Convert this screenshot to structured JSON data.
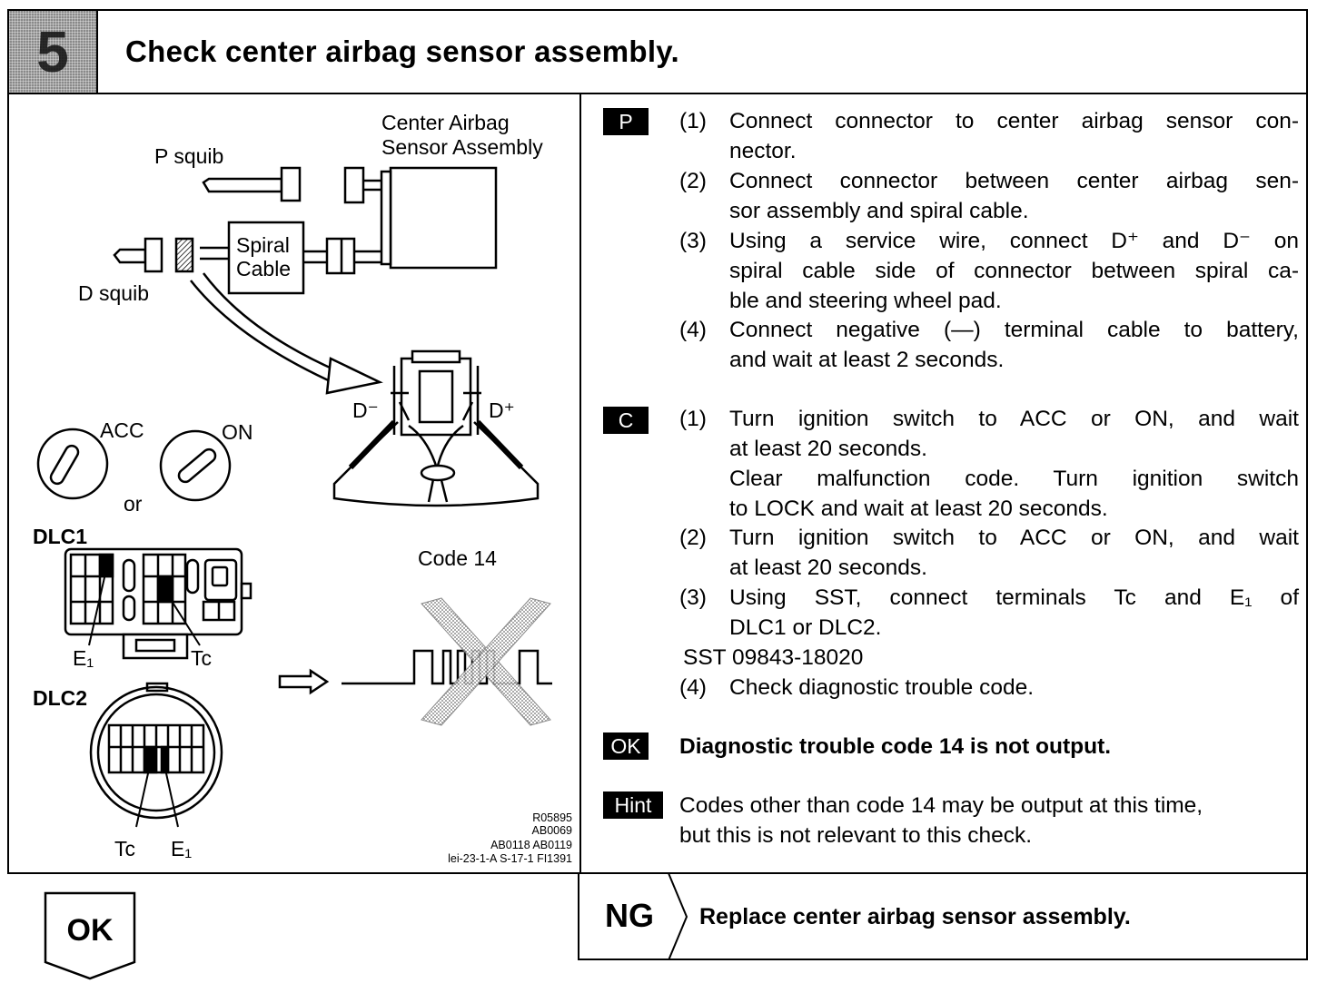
{
  "header": {
    "step_number": "5",
    "title": "Check center airbag sensor assembly."
  },
  "figure": {
    "labels": {
      "center_airbag_1": "Center Airbag",
      "center_airbag_2": "Sensor Assembly",
      "p_squib": "P squib",
      "d_squib": "D squib",
      "spiral_1": "Spiral",
      "spiral_2": "Cable",
      "d_minus": "D⁻",
      "d_plus": "D⁺",
      "acc": "ACC",
      "on": "ON",
      "or": "or",
      "dlc1": "DLC1",
      "dlc2": "DLC2",
      "e1_top": "E₁",
      "tc_top": "Tc",
      "tc_bottom": "Tc",
      "e1_bottom": "E₁",
      "code": "Code 14"
    },
    "refs": [
      "R05895",
      "AB0069",
      "AB0118 AB0119",
      "lei-23-1-A S-17-1 FI1391"
    ]
  },
  "instructions": {
    "p_tag": "P",
    "c_tag": "C",
    "ok_tag": "OK",
    "hint_tag": "Hint",
    "p_steps": [
      {
        "num": "(1)",
        "lines": [
          "Connect connector to center airbag sensor con-",
          "nector."
        ]
      },
      {
        "num": "(2)",
        "lines": [
          "Connect connector between center airbag sen-",
          "sor assembly and spiral cable."
        ]
      },
      {
        "num": "(3)",
        "lines": [
          "Using a service wire, connect D⁺ and D⁻ on",
          "spiral cable side of connector between spiral ca-",
          "ble and steering wheel pad."
        ]
      },
      {
        "num": "(4)",
        "lines": [
          "Connect negative (—) terminal cable to battery,",
          "and wait at least 2 seconds."
        ]
      }
    ],
    "c_steps": [
      {
        "num": "(1)",
        "lines": [
          "Turn ignition switch to ACC or ON, and wait",
          "at least 20 seconds.",
          "Clear malfunction code.  Turn ignition switch",
          "to LOCK and wait at least 20 seconds."
        ]
      },
      {
        "num": "(2)",
        "lines": [
          "Turn ignition switch to ACC or ON, and wait",
          "at least 20 seconds."
        ]
      },
      {
        "num": "(3)",
        "lines": [
          "Using SST, connect terminals Tc and E₁ of",
          "DLC1 or DLC2."
        ]
      }
    ],
    "sst": "SST  09843-18020",
    "c_step4": {
      "num": "(4)",
      "text": "Check diagnostic trouble code."
    },
    "ok_text": "Diagnostic trouble code 14 is not output.",
    "hint_lines": [
      "Codes other than code 14 may be output at this time,",
      "but this is not relevant to this check."
    ]
  },
  "bottom": {
    "ok_label": "OK",
    "ng_label": "NG",
    "ng_text": "Replace center airbag sensor assembly."
  }
}
